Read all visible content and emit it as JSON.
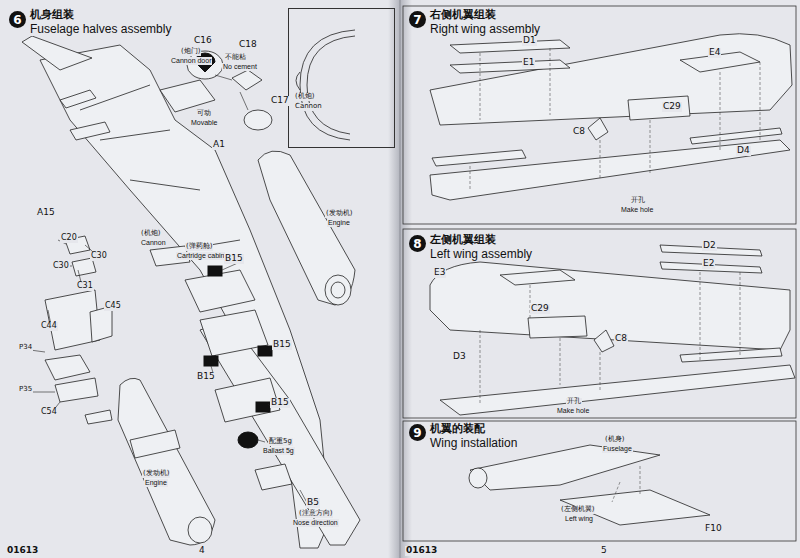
{
  "diagram": {
    "nodes": [
      {
        "text": [
          "6"
        ]
      },
      {
        "text": [
          "(机炮)",
          "Cannon"
        ]
      },
      {
        "text": [
          "7"
        ]
      },
      {
        "text": [
          "8"
        ]
      },
      {
        "text": [
          "9"
        ]
      }
    ],
    "labels": [
      "机身组装",
      "Fuselage halves assembly",
      "C16",
      "(炮门)",
      "Cannon door",
      "C18",
      "不能粘",
      "No cement",
      "C17",
      "可动",
      "Movable",
      "A1",
      "(机炮)",
      "Cannon",
      "(弹药舱)",
      "Cartridge cabin",
      "(发动机)",
      "Engine",
      "A15",
      "C20",
      "C30",
      "C30",
      "C31",
      "C44",
      "C45",
      "P34",
      "P35",
      "C54",
      "B15",
      "B15",
      "B15",
      "B15",
      "配重5g",
      "Ballast 5g",
      "B5",
      "(注意方向)",
      "Nose direction",
      "(发动机)",
      "Engine",
      "01613",
      "4",
      "右侧机翼组装",
      "Right wing assembly",
      "D1",
      "E1",
      "E4",
      "C29",
      "C8",
      "D4",
      "开孔",
      "Make hole",
      "左侧机翼组装",
      "Left wing assembly",
      "D2",
      "E2",
      "E3",
      "C29",
      "C8",
      "D3",
      "开孔",
      "Make hole",
      "机翼的装配",
      "Wing installation",
      "(机身)",
      "Fuselage",
      "(左侧机翼)",
      "Left wing",
      "F10",
      "01613",
      "5"
    ]
  }
}
